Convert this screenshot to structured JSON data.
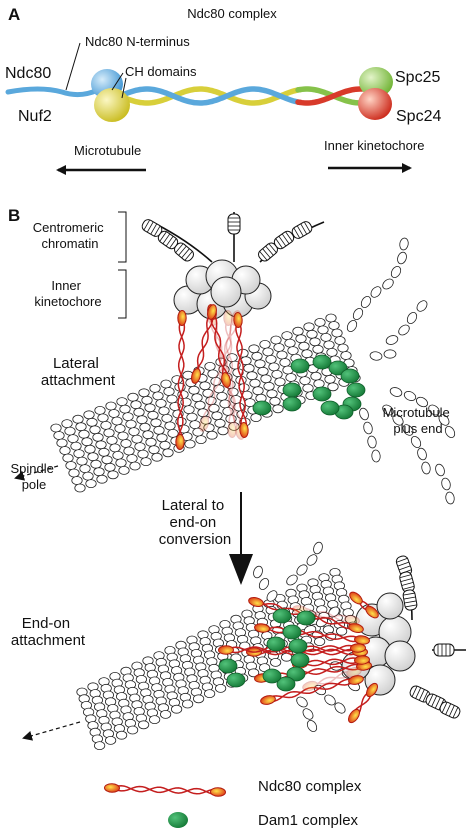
{
  "panel_a": {
    "letter": "A",
    "title": "Ndc80 complex",
    "labels": {
      "ndc80": "Ndc80",
      "nuf2": "Nuf2",
      "spc25": "Spc25",
      "spc24": "Spc24",
      "n_terminus": "Ndc80 N-terminus",
      "ch_domains": "CH domains"
    },
    "arrows": {
      "left": "Microtubule",
      "right": "Inner kinetochore"
    }
  },
  "panel_b": {
    "letter": "B",
    "centromeric": [
      "Centromeric",
      "chromatin"
    ],
    "inner_kinetochore": [
      "Inner",
      "kinetochore"
    ],
    "lateral": [
      "Lateral",
      "attachment"
    ],
    "plus_end": [
      "Microtubule",
      "plus end"
    ],
    "spindle": [
      "Spindle",
      "pole"
    ],
    "conversion": [
      "Lateral to",
      "end-on",
      "conversion"
    ],
    "endon": [
      "End-on",
      "attachment"
    ]
  },
  "legend": {
    "ndc80": "Ndc80 complex",
    "dam1": "Dam1 complex"
  },
  "colors": {
    "ndc80_blue": "#5aa8dc",
    "nuf2_yellow": "#d8cf3a",
    "spc25_green": "#86c24a",
    "spc24_red": "#d83a2a",
    "text_blue": "#4aa3dc",
    "text_yellow": "#b9a920",
    "text_green": "#6db33f",
    "text_red": "#d13b2b",
    "dam1_green": "#1f9a4a",
    "ndc80_red": "#c41e1e"
  }
}
